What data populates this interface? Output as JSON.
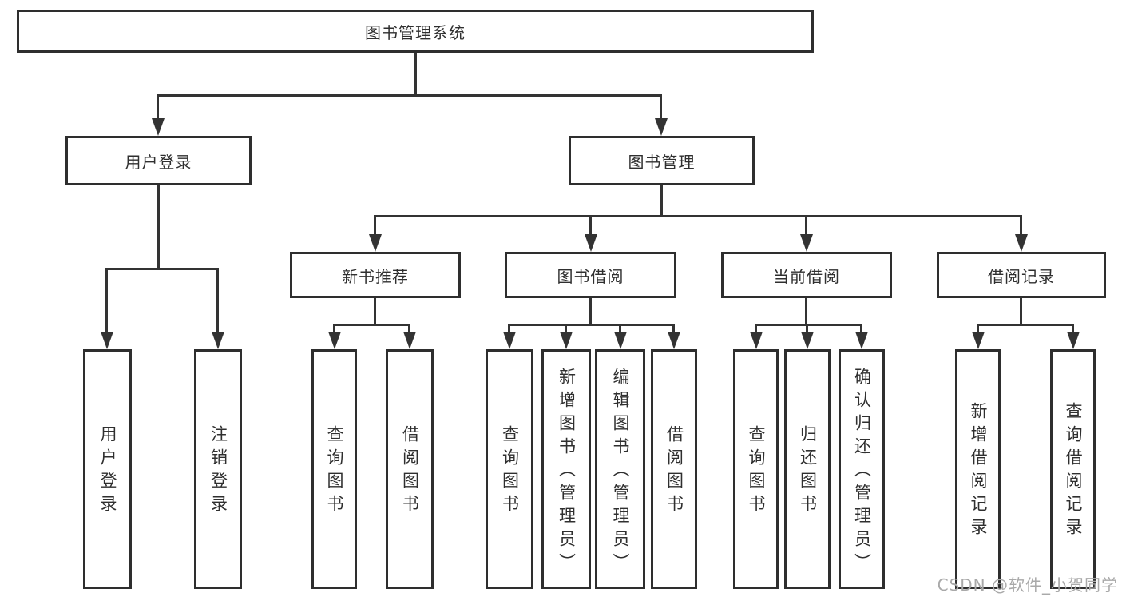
{
  "diagram": {
    "root": {
      "label": "图书管理系统"
    },
    "level2": [
      {
        "label": "用户登录"
      },
      {
        "label": "图书管理"
      }
    ],
    "level3": [
      {
        "label": "新书推荐",
        "parent": "图书管理"
      },
      {
        "label": "图书借阅",
        "parent": "图书管理"
      },
      {
        "label": "当前借阅",
        "parent": "图书管理"
      },
      {
        "label": "借阅记录",
        "parent": "图书管理"
      }
    ],
    "leaves": [
      {
        "label": "用户登录",
        "parent": "用户登录"
      },
      {
        "label": "注销登录",
        "parent": "用户登录"
      },
      {
        "label": "查询图书",
        "parent": "新书推荐"
      },
      {
        "label": "借阅图书",
        "parent": "新书推荐"
      },
      {
        "label": "查询图书",
        "parent": "图书借阅"
      },
      {
        "label": "新增图书（管理员）",
        "parent": "图书借阅"
      },
      {
        "label": "编辑图书（管理员）",
        "parent": "图书借阅"
      },
      {
        "label": "借阅图书",
        "parent": "图书借阅"
      },
      {
        "label": "查询图书",
        "parent": "当前借阅"
      },
      {
        "label": "归还图书",
        "parent": "当前借阅"
      },
      {
        "label": "确认归还（管理员）",
        "parent": "当前借阅"
      },
      {
        "label": "新增借阅记录",
        "parent": "借阅记录"
      },
      {
        "label": "查询借阅记录",
        "parent": "借阅记录"
      }
    ],
    "watermark": "CSDN @软件_小贺同学",
    "colors": {
      "line": "#333333",
      "border": "#2e2e2e",
      "text": "#2f2f2f",
      "watermark": "#a9a9a9",
      "background": "#ffffff"
    }
  }
}
